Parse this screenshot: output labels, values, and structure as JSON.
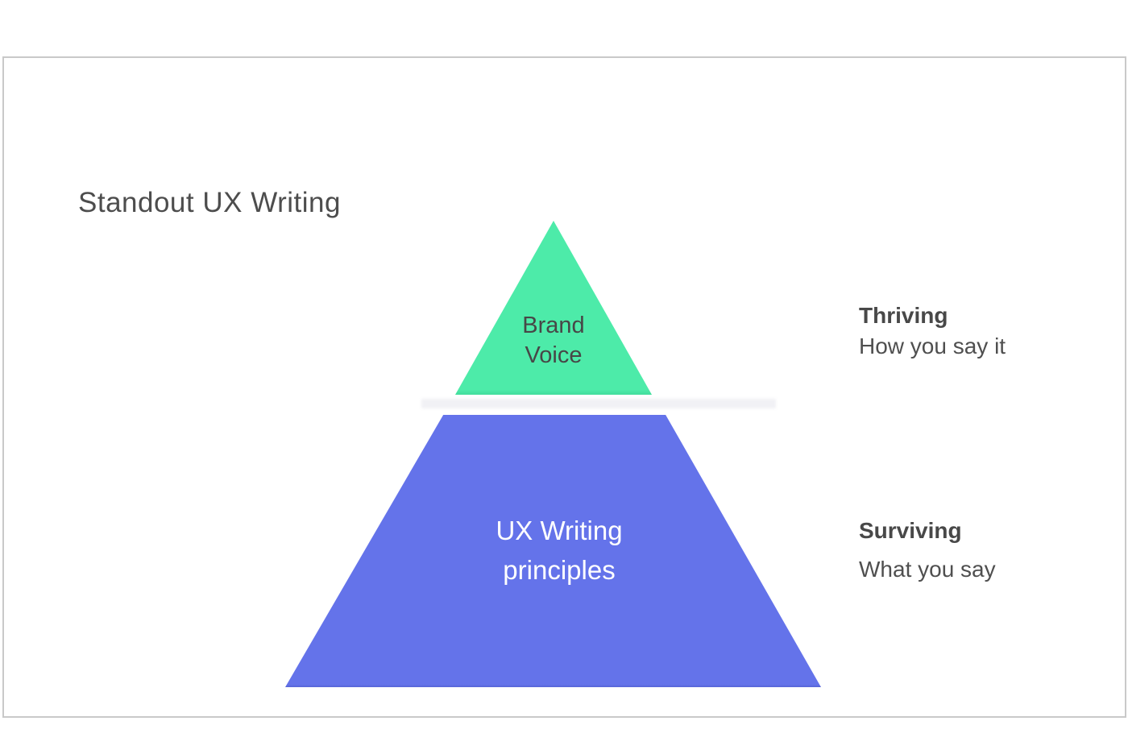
{
  "title": "Standout UX Writing",
  "pyramid": {
    "tiers": [
      {
        "id": "brand-voice",
        "lines": [
          "Brand",
          "Voice"
        ],
        "fill": "#4deba9",
        "text_color": "#474747"
      },
      {
        "id": "ux-writing-principles",
        "lines": [
          "UX Writing",
          "principles"
        ],
        "fill": "#6473ea",
        "text_color": "#ffffff"
      }
    ]
  },
  "annotations": [
    {
      "heading": "Thriving",
      "description": "How you say it"
    },
    {
      "heading": "Surviving",
      "description": "What you say"
    }
  ],
  "colors": {
    "background": "#ffffff",
    "card_border": "#c9c9c9",
    "title_text": "#4d4d4d",
    "annotation_heading_text": "#484848",
    "annotation_description_text": "#4f4f4f",
    "tier_top_fill": "#4deba9",
    "tier_bottom_fill": "#6473ea",
    "divider_shadow": "#f1f1f5"
  }
}
